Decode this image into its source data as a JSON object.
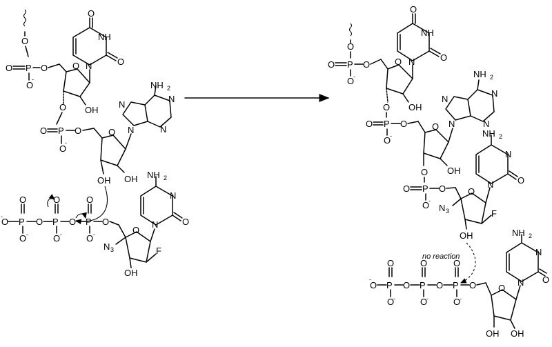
{
  "atoms": {
    "o": "O",
    "p": "P",
    "n": "N",
    "nh": "NH",
    "nh2": "NH",
    "h2_sub": "2",
    "oh": "OH",
    "f": "F",
    "n3": "N",
    "n3_sub": "3",
    "minus": "-"
  },
  "annotations": {
    "no_reaction": "no reaction"
  }
}
